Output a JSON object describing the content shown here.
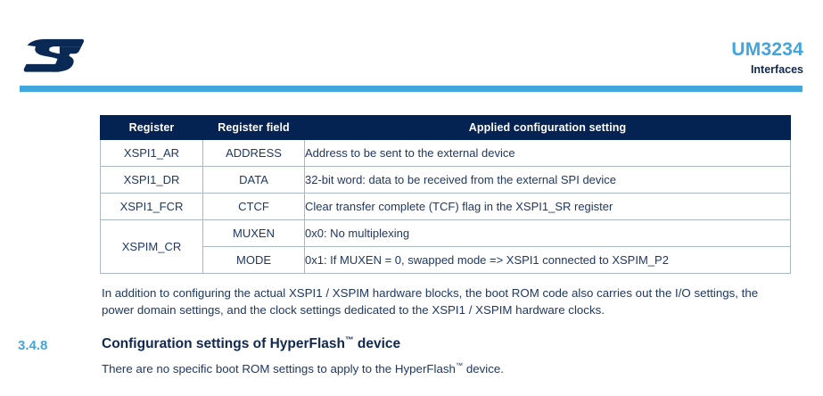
{
  "header": {
    "logo_alt": "ST",
    "doc_code": "UM3234",
    "subtitle": "Interfaces",
    "accent_color": "#41a6de",
    "navy_color": "#10284f"
  },
  "table": {
    "columns": [
      "Register",
      "Register field",
      "Applied configuration setting"
    ],
    "header_bg": "#042252",
    "header_fg": "#ffffff",
    "rows": [
      {
        "register": "XSPI1_AR",
        "field": "ADDRESS",
        "setting": "Address to be sent to the external device"
      },
      {
        "register": "XSPI1_DR",
        "field": "DATA",
        "setting": "32-bit word: data to be received from the external SPI device"
      },
      {
        "register": "XSPI1_FCR",
        "field": "CTCF",
        "setting": "Clear transfer complete (TCF) flag in the XSPI1_SR register"
      },
      {
        "register": "XSPIM_CR",
        "register_rowspan": 2,
        "field": "MUXEN",
        "setting": "0x0: No multiplexing"
      },
      {
        "register": null,
        "field": "MODE",
        "setting": "0x1: If MUXEN = 0, swapped mode => XSPI1 connected to XSPIM_P2"
      }
    ]
  },
  "paragraph": "In addition to configuring the actual XSPI1 / XSPIM hardware blocks, the boot ROM code also carries out the I/O settings, the power domain settings, and the clock settings dedicated to the XSPI1 / XSPIM hardware clocks.",
  "section": {
    "number": "3.4.8",
    "title_before_tm": "Configuration settings of HyperFlash",
    "title_tm": "™",
    "title_after_tm": " device",
    "body_before_tm": "There are no specific boot ROM settings to apply to the HyperFlash",
    "body_tm": "™",
    "body_after_tm": " device."
  }
}
